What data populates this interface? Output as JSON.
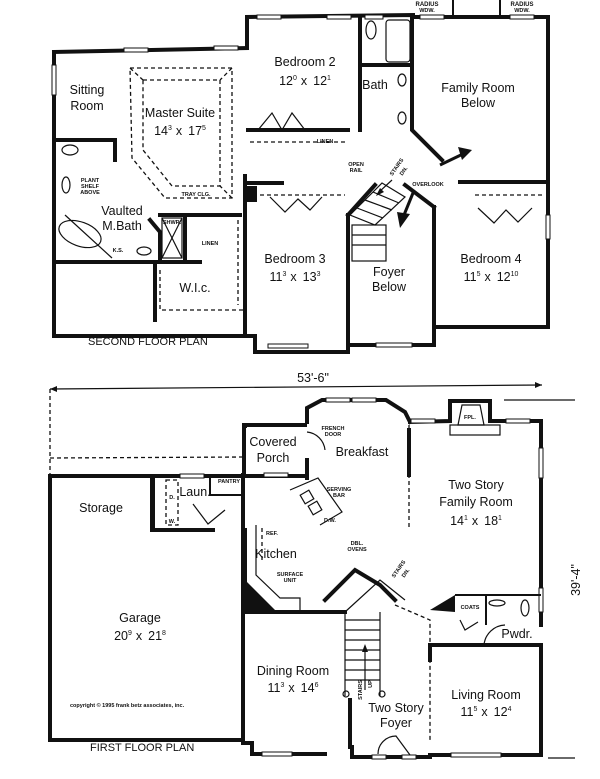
{
  "second_floor": {
    "title": "SECOND FLOOR PLAN",
    "rooms": {
      "sitting": {
        "name_line1": "Sitting",
        "name_line2": "Room"
      },
      "master_suite": {
        "name": "Master Suite",
        "w": "14",
        "w_in": "3",
        "h": "17",
        "h_in": "5"
      },
      "bedroom2": {
        "name": "Bedroom 2",
        "w": "12",
        "w_in": "0",
        "h": "12",
        "h_in": "1"
      },
      "bath": {
        "name": "Bath"
      },
      "family_below": {
        "name_line1": "Family Room",
        "name_line2": "Below"
      },
      "vaulted_bath": {
        "name_line1": "Vaulted",
        "name_line2": "M.Bath"
      },
      "wic": {
        "name": "W.I.c."
      },
      "bedroom3": {
        "name": "Bedroom 3",
        "w": "11",
        "w_in": "3",
        "h": "13",
        "h_in": "3"
      },
      "foyer_below": {
        "name_line1": "Foyer",
        "name_line2": "Below"
      },
      "bedroom4": {
        "name": "Bedroom 4",
        "w": "11",
        "w_in": "5",
        "h": "12",
        "h_in": "10"
      }
    },
    "labels": {
      "tray_clg": "TRAY CLG.",
      "plant_shelf_1": "PLANT",
      "plant_shelf_2": "SHELF",
      "plant_shelf_3": "ABOVE",
      "shwr": "SHWR.",
      "ks": "K.S.",
      "linen_hall": "LINEN",
      "linen_bed2": "LINEN",
      "open_rail_1": "OPEN",
      "open_rail_2": "RAIL",
      "stairs_dn_1": "STAIRS",
      "stairs_dn_2": "DN.",
      "overlook": "OVERLOOK",
      "radius_wdw_1a": "RADIUS",
      "radius_wdw_1b": "WDW.",
      "radius_wdw_2a": "RADIUS",
      "radius_wdw_2b": "WDW."
    }
  },
  "first_floor": {
    "title": "FIRST FLOOR PLAN",
    "overall_width": "53'-6\"",
    "overall_depth": "39'-4\"",
    "rooms": {
      "covered_porch": {
        "name_line1": "Covered",
        "name_line2": "Porch"
      },
      "breakfast": {
        "name": "Breakfast"
      },
      "family": {
        "name_line1": "Two Story",
        "name_line2": "Family Room",
        "w": "14",
        "w_in": "1",
        "h": "18",
        "h_in": "1"
      },
      "storage": {
        "name": "Storage"
      },
      "laundry": {
        "name": "Laun."
      },
      "kitchen": {
        "name": "Kitchen"
      },
      "garage": {
        "name": "Garage",
        "w": "20",
        "w_in": "9",
        "h": "21",
        "h_in": "8"
      },
      "dining": {
        "name": "Dining Room",
        "w": "11",
        "w_in": "3",
        "h": "14",
        "h_in": "6"
      },
      "foyer": {
        "name_line1": "Two Story",
        "name_line2": "Foyer"
      },
      "living": {
        "name": "Living Room",
        "w": "11",
        "w_in": "5",
        "h": "12",
        "h_in": "4"
      },
      "powder": {
        "name": "Pwdr."
      }
    },
    "labels": {
      "french_door_1": "FRENCH",
      "french_door_2": "DOOR",
      "fpl": "FPL.",
      "pantry": "PANTRY",
      "d": "D.",
      "w": "W.",
      "serving_bar_1": "SERVING",
      "serving_bar_2": "BAR",
      "dw": "D.W.",
      "ref": "REF.",
      "dbl_ovens_1": "DBL.",
      "dbl_ovens_2": "OVENS",
      "surface_unit_1": "SURFACE",
      "surface_unit_2": "UNIT",
      "stairs_dn_1": "STAIRS",
      "stairs_dn_2": "DN.",
      "stairs_up_1": "STAIRS",
      "stairs_up_2": "UP",
      "coats": "COATS",
      "x": "x"
    },
    "copyright": "copyright © 1995 frank betz associates, inc."
  }
}
